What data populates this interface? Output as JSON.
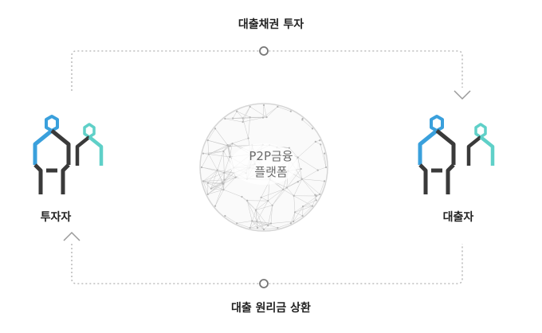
{
  "diagram": {
    "top_flow_label": "대출채권 투자",
    "bottom_flow_label": "대출 원리금 상환",
    "left_actor_label": "투자자",
    "right_actor_label": "대출자",
    "platform_line1": "P2P금융",
    "platform_line2": "플랫폼"
  },
  "colors": {
    "primary_blue": "#3aa0dc",
    "secondary_teal": "#5fd0c8",
    "figure_dark": "#3a3a3a",
    "dotted_line": "#bdbdbd",
    "label_text": "#222222",
    "platform_text": "#6b6b6b"
  },
  "icons": [
    "investor-figure-icon",
    "borrower-figure-icon",
    "network-sphere-icon",
    "down-arrow-icon",
    "up-arrow-icon",
    "circle-node-icon"
  ]
}
